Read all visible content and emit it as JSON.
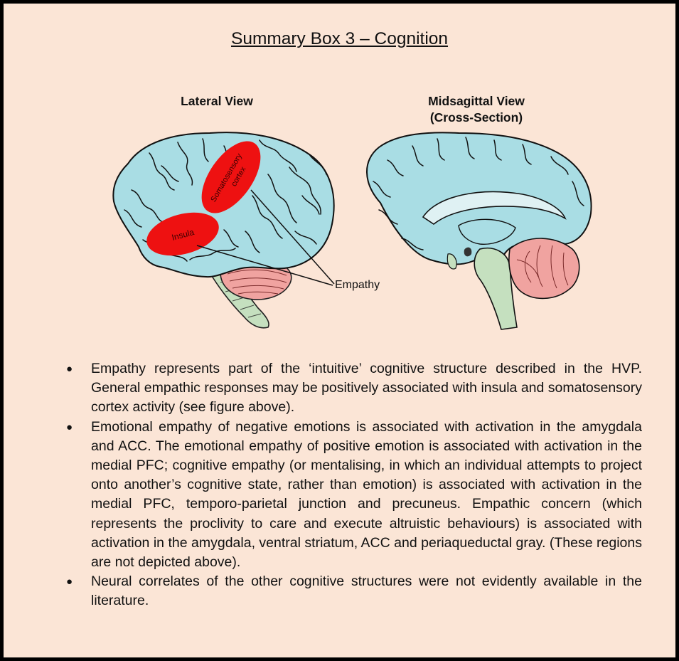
{
  "title": "Summary Box 3 – Cognition",
  "figure": {
    "lateral_view_label": "Lateral View",
    "midsagittal_view_label_line1": "Midsagittal View",
    "midsagittal_view_label_line2": "(Cross-Section)",
    "region_insula": "Insula",
    "region_somatosensory_line1": "Somatosensory",
    "region_somatosensory_line2": "cortex",
    "pointer_label": "Empathy"
  },
  "bullets": [
    "Empathy represents part of the ‘intuitive’ cognitive structure described in the HVP. General empathic responses may be positively associated with insula and somatosensory cortex activity (see figure above).",
    "Emotional empathy of negative emotions is associated with activation in the amygdala and ACC. The emotional empathy of positive emotion is associated with activation in the medial PFC; cognitive empathy (or mentalising, in which an individual attempts to project onto another’s cognitive state, rather than emotion) is associated with activation in the medial PFC, temporo-parietal junction and precuneus. Empathic concern (which represents the proclivity to care and execute altruistic behaviours) is associated with activation in the amygdala, ventral striatum, ACC and periaqueductal gray. (These regions are not depicted above).",
    "Neural correlates of the other cognitive structures were not evidently available in the literature."
  ],
  "colors": {
    "background": "#fbe5d6",
    "brain": "#a9dde4",
    "cerebellum": "#f0a3a0",
    "brainstem": "#c5e0bf",
    "highlight": "#ee1111"
  }
}
